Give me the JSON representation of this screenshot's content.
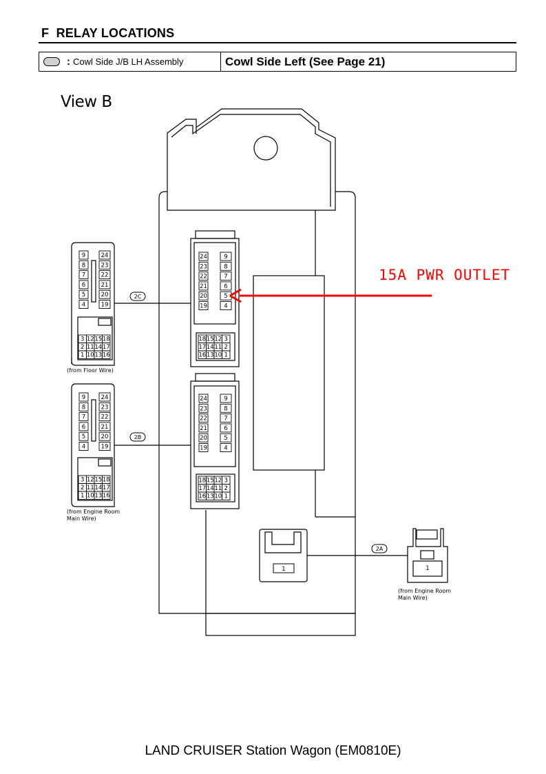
{
  "header": {
    "section_letter": "F",
    "title": "RELAY LOCATIONS"
  },
  "location_row": {
    "symbol_icon": "oval-symbol-icon",
    "prefix": ":",
    "part": "Cowl Side J/B LH Assembly",
    "location": "Cowl Side Left (See Page 21)"
  },
  "diagram": {
    "view_label": "View B",
    "callout": "15A PWR OUTLET",
    "callout_color": "#ff0000",
    "connectors": {
      "c2C": {
        "tag": "2C",
        "source": "(from Floor Wire)",
        "upper_left": [
          "9",
          "8",
          "7",
          "6",
          "5",
          "4"
        ],
        "upper_right": [
          "24",
          "23",
          "22",
          "21",
          "20",
          "19"
        ],
        "lower_rows": [
          [
            "3",
            "12",
            "15",
            "18"
          ],
          [
            "2",
            "11",
            "14",
            "17"
          ],
          [
            "1",
            "10",
            "13",
            "16"
          ]
        ],
        "mirror_left": [
          "24",
          "23",
          "22",
          "21",
          "20",
          "19"
        ],
        "mirror_right": [
          "9",
          "8",
          "7",
          "6",
          "5",
          "4"
        ],
        "mirror_rows": [
          [
            "18",
            "15",
            "12",
            "3"
          ],
          [
            "17",
            "14",
            "11",
            "2"
          ],
          [
            "16",
            "13",
            "10",
            "1"
          ]
        ]
      },
      "c2B": {
        "tag": "2B",
        "source_line1": "(from Engine Room",
        "source_line2": "Main Wire)",
        "upper_left": [
          "9",
          "8",
          "7",
          "6",
          "5",
          "4"
        ],
        "upper_right": [
          "24",
          "23",
          "22",
          "21",
          "20",
          "19"
        ],
        "lower_rows": [
          [
            "3",
            "12",
            "15",
            "18"
          ],
          [
            "2",
            "11",
            "14",
            "17"
          ],
          [
            "1",
            "10",
            "13",
            "16"
          ]
        ],
        "mirror_left": [
          "24",
          "23",
          "22",
          "21",
          "20",
          "19"
        ],
        "mirror_right": [
          "9",
          "8",
          "7",
          "6",
          "5",
          "4"
        ],
        "mirror_rows": [
          [
            "18",
            "15",
            "12",
            "3"
          ],
          [
            "17",
            "14",
            "11",
            "2"
          ],
          [
            "16",
            "13",
            "10",
            "1"
          ]
        ]
      },
      "c2A": {
        "tag": "2A",
        "pin": "1",
        "source_line1": "(from Engine Room",
        "source_line2": "Main Wire)"
      }
    }
  },
  "footer": {
    "model": "LAND CRUISER Station Wagon (EM0810E)"
  }
}
